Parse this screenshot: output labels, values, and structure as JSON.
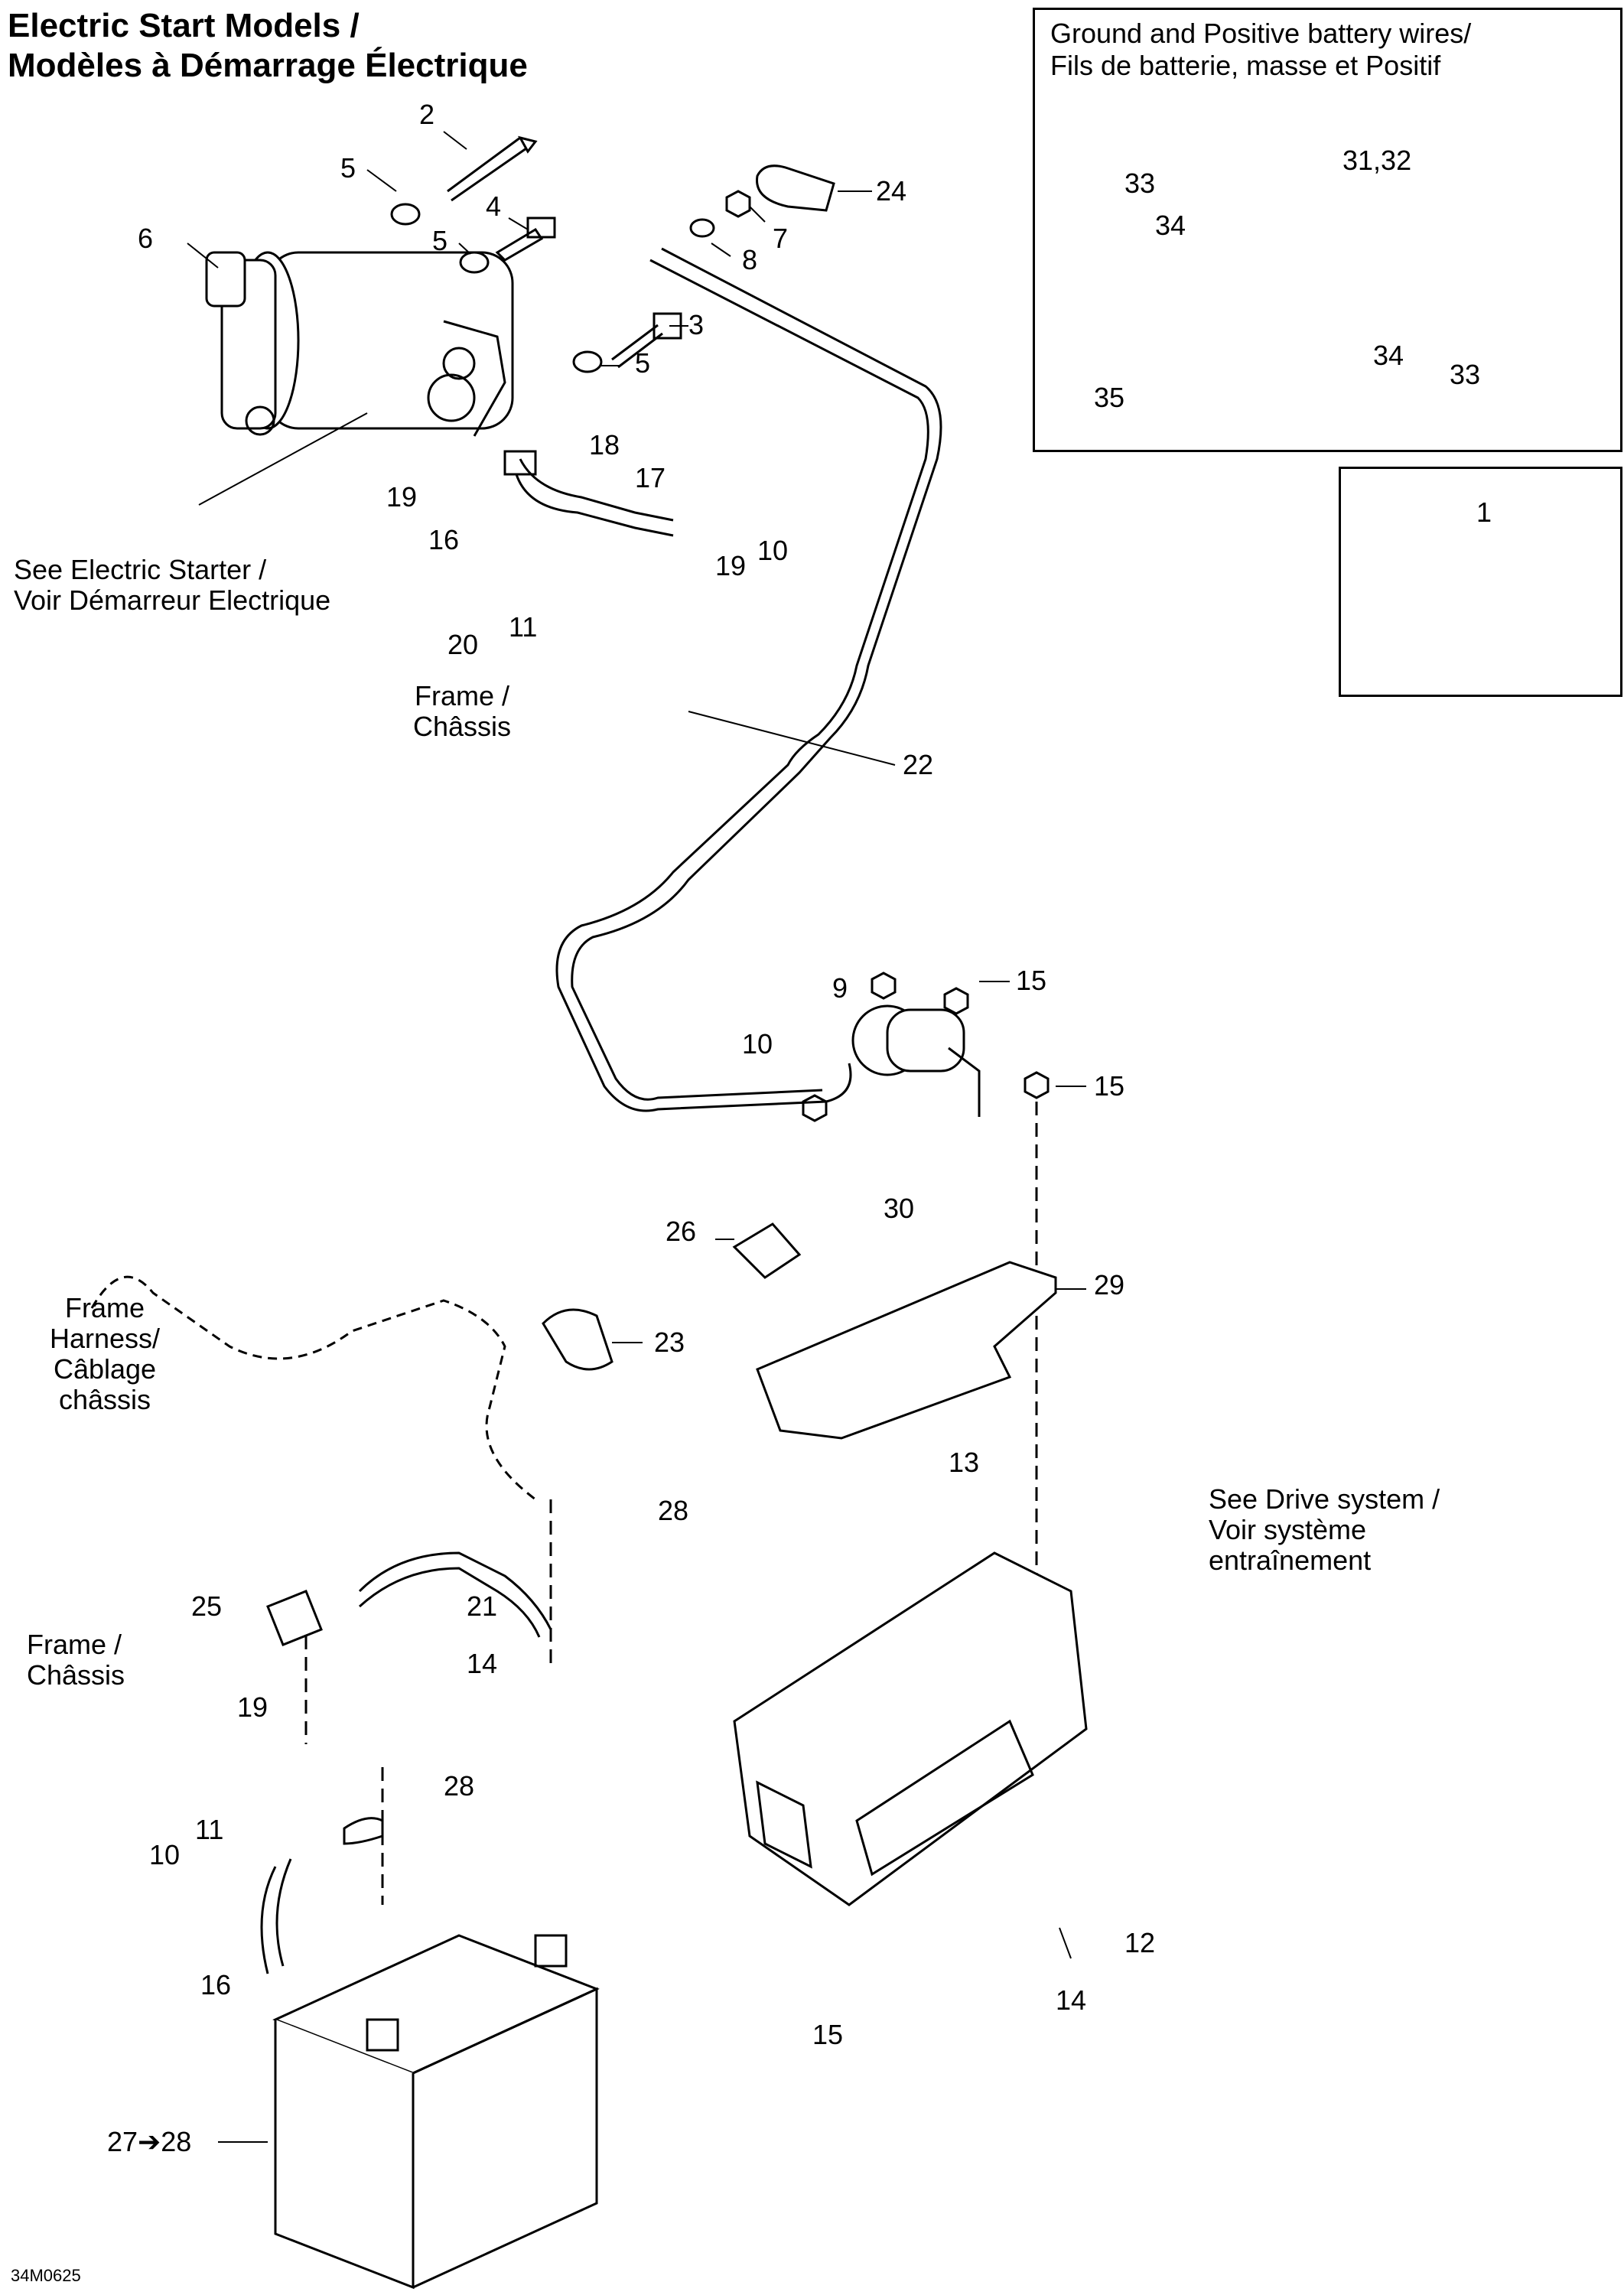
{
  "title": {
    "line1": "Electric Start Models /",
    "line2": "Modèles à Démarrage Électrique"
  },
  "inset_wires": {
    "title_line1": "Ground and Positive battery wires/",
    "title_line2": "Fils de batterie, masse et Positif",
    "labels": [
      "31,32",
      "33",
      "34",
      "34",
      "33",
      "35"
    ]
  },
  "inset_tube": {
    "label": "1"
  },
  "notes": {
    "see_starter_line1": "See Electric Starter /",
    "see_starter_line2": "Voir Démarreur Electrique",
    "frame1_line1": "Frame /",
    "frame1_line2": "Châssis",
    "frame_harness_line1": "Frame",
    "frame_harness_line2": "Harness/",
    "frame_harness_line3": "Câblage",
    "frame_harness_line4": "châssis",
    "frame2_line1": "Frame /",
    "frame2_line2": "Châssis",
    "see_drive_line1": "See Drive system /",
    "see_drive_line2": "Voir système",
    "see_drive_line3": "entraînement"
  },
  "callouts": {
    "c2": "2",
    "c5a": "5",
    "c4": "4",
    "c5b": "5",
    "c6": "6",
    "c24": "24",
    "c7": "7",
    "c8": "8",
    "c3": "3",
    "c5c": "5",
    "c18": "18",
    "c17": "17",
    "c19a": "19",
    "c16a": "16",
    "c19b": "19",
    "c10a": "10",
    "c20": "20",
    "c11a": "11",
    "c22": "22",
    "c15a": "15",
    "c9": "9",
    "c10b": "10",
    "c15b": "15",
    "c30": "30",
    "c26": "26",
    "c29": "29",
    "c23": "23",
    "c28a": "28",
    "c13": "13",
    "c25": "25",
    "c21": "21",
    "c14a": "14",
    "c19c": "19",
    "c28b": "28",
    "c11b": "11",
    "c10c": "10",
    "c16b": "16",
    "c12": "12",
    "c14b": "14",
    "c15c": "15",
    "c27": "27➔28"
  },
  "drawing_code": "34M0625"
}
